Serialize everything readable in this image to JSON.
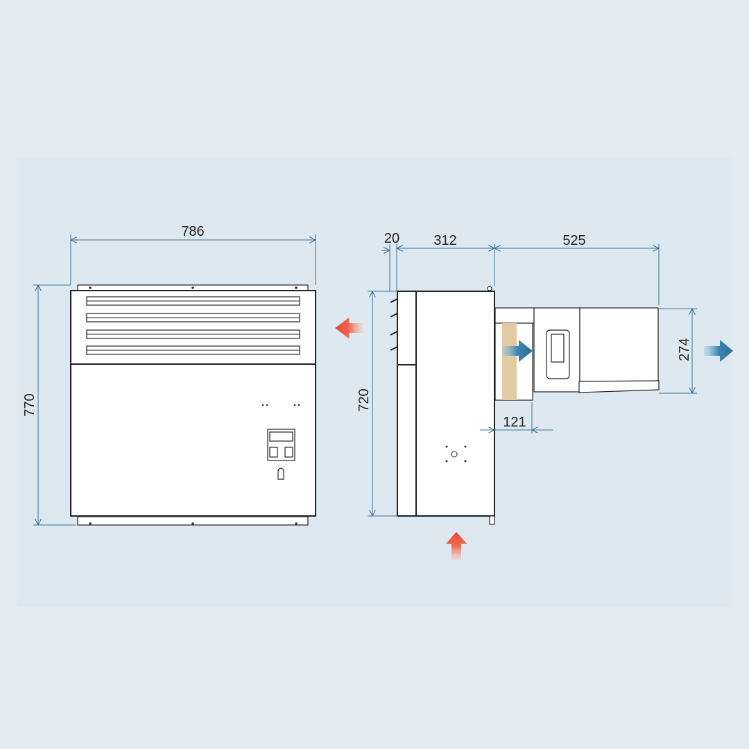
{
  "dimensions": {
    "front_width": "786",
    "front_height": "770",
    "side_gap": "20",
    "side_depth": "312",
    "side_extension": "525",
    "side_height": "720",
    "outlet_height": "274",
    "wall_thickness": "121"
  },
  "colors": {
    "background": "#e3ebf2",
    "panel": "#dde8f0",
    "dimension_line": "#3a7390",
    "hot_air_arrow": "#e8473a",
    "cold_air_arrow": "#2a6d96",
    "insulation": "#e2cba2"
  }
}
